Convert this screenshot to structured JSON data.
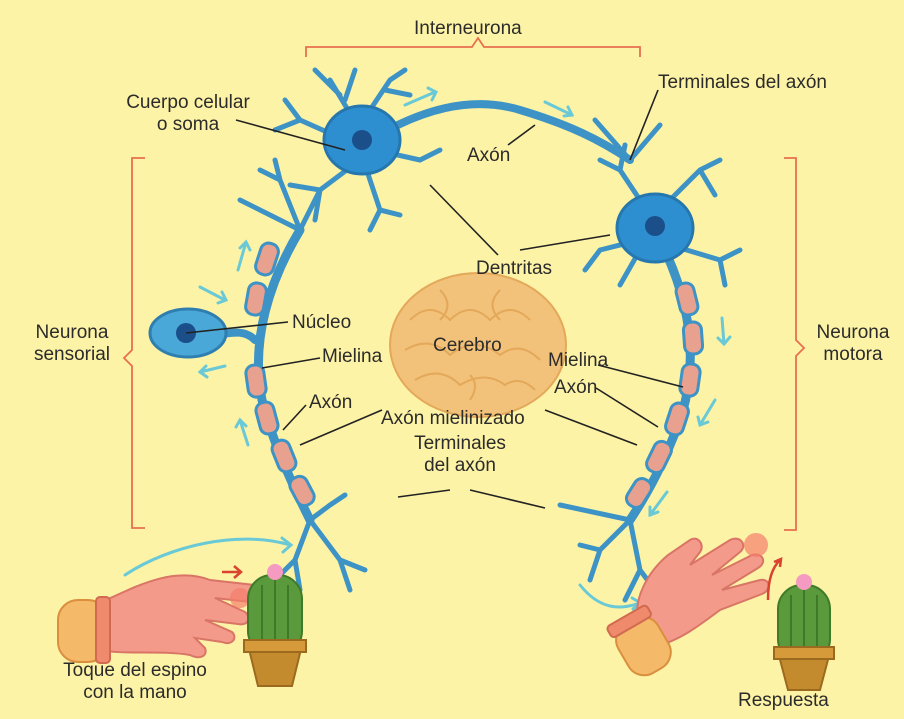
{
  "labels": {
    "interneurona": "Interneurona",
    "cuerpo_celular_1": "Cuerpo celular",
    "cuerpo_celular_2": "o soma",
    "terminales_axon_top": "Terminales del axón",
    "axon_top": "Axón",
    "dentritas": "Dentritas",
    "neurona_sensorial_1": "Neurona",
    "neurona_sensorial_2": "sensorial",
    "nucleo": "Núcleo",
    "cerebro": "Cerebro",
    "mielina_left": "Mielina",
    "mielina_right": "Mielina",
    "axon_left": "Axón",
    "axon_right": "Axón",
    "axon_mielinizado": "Axón mielinizado",
    "terminales_axon_bottom_1": "Terminales",
    "terminales_axon_bottom_2": "del axón",
    "neurona_motora_1": "Neurona",
    "neurona_motora_2": "motora",
    "toque_1": "Toque del espino",
    "toque_2": "con la mano",
    "respuesta": "Respuesta"
  },
  "colors": {
    "background": "#fdf3a6",
    "neuron": "#3d93c6",
    "soma": "#2e8fd0",
    "nucleus": "#1b4f8a",
    "myelin": "#e8a08f",
    "bracket": "#e8704f",
    "arrow": "#6ac9d6",
    "brain": "#f3c27a",
    "hand": "#f49a8a",
    "cactus": "#5a9a3c",
    "pot": "#c48a2e"
  }
}
